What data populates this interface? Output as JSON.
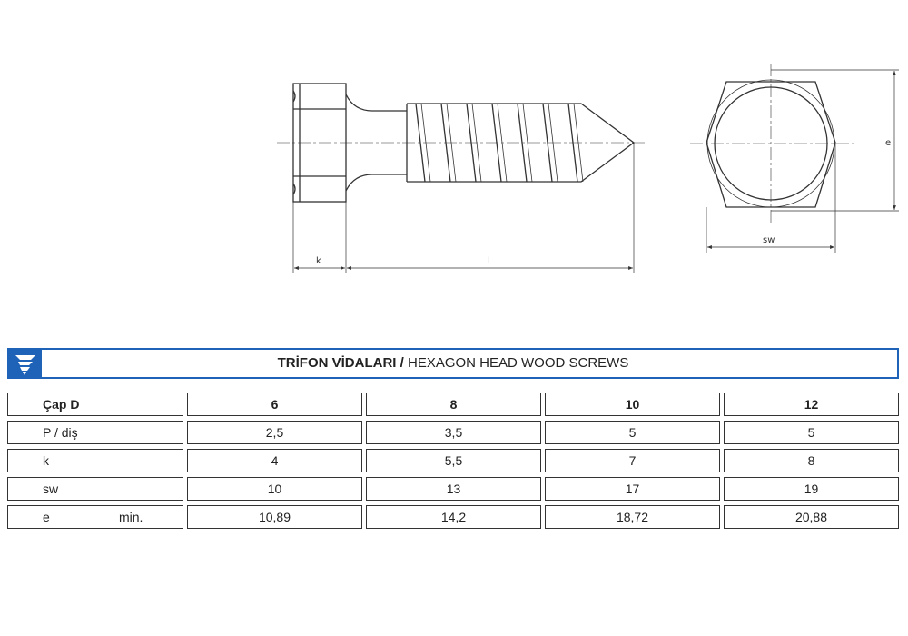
{
  "drawing": {
    "dim_k": "k",
    "dim_l": "l",
    "dim_sw": "sw",
    "dim_e": "e",
    "logo_icon": "screw-logo-icon",
    "accent_color": "#1f63b8"
  },
  "title": {
    "tr": "TRİFON VİDALARI /",
    "en": " HEXAGON HEAD WOOD SCREWS"
  },
  "table": {
    "header": {
      "label": "Çap D",
      "values": [
        "6",
        "8",
        "10",
        "12"
      ]
    },
    "rows": [
      {
        "label": "P / diş",
        "note": "",
        "values": [
          "2,5",
          "3,5",
          "5",
          "5"
        ]
      },
      {
        "label": "k",
        "note": "",
        "values": [
          "4",
          "5,5",
          "7",
          "8"
        ]
      },
      {
        "label": "sw",
        "note": "",
        "values": [
          "10",
          "13",
          "17",
          "19"
        ]
      },
      {
        "label": "e",
        "note": "min.",
        "values": [
          "10,89",
          "14,2",
          "18,72",
          "20,88"
        ]
      }
    ]
  }
}
